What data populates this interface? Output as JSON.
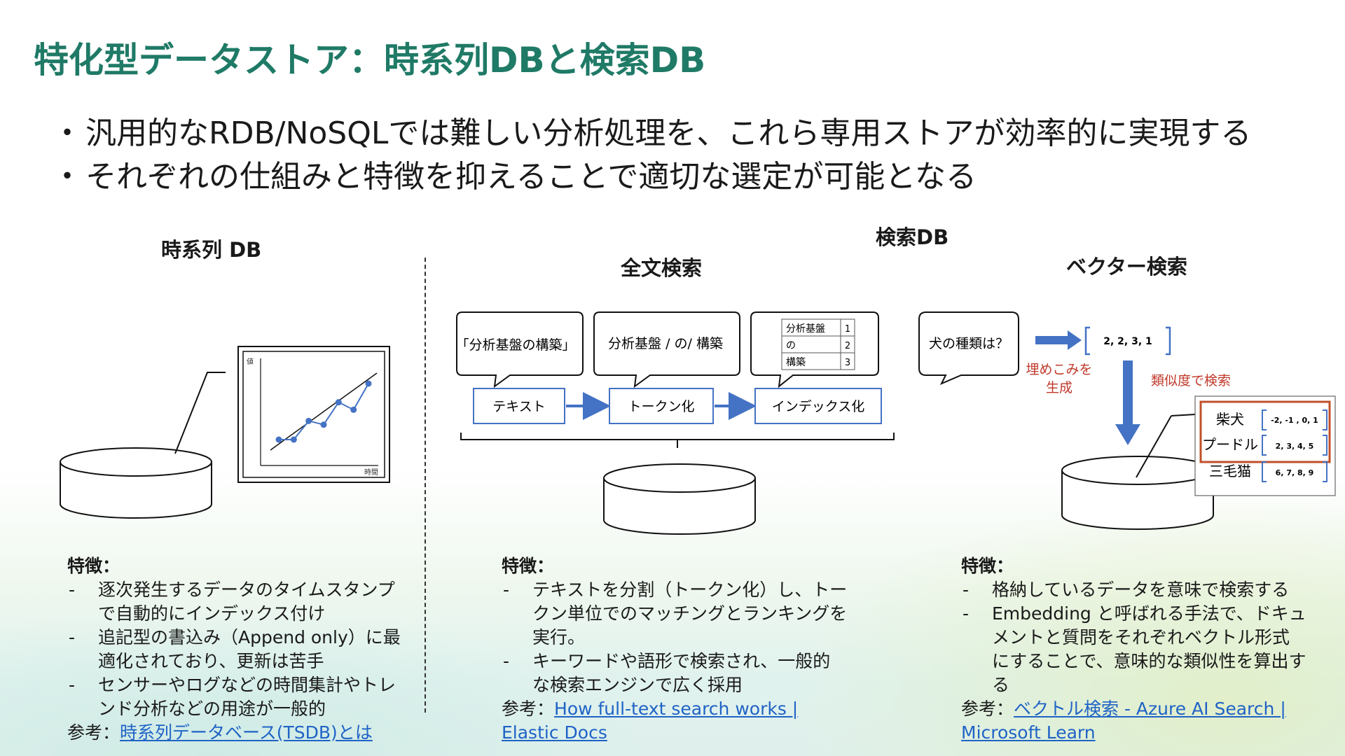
{
  "title": "特化型データストア：時系列DBと検索DB",
  "bullets": [
    "汎用的なRDB/NoSQLでは難しい分析処理を、これら専用ストアが効率的に実現する",
    "それぞれの仕組みと特徴を抑えることで適切な選定が可能となる"
  ],
  "timeseries": {
    "heading": "時系列 DB",
    "chart": {
      "ylabel": "値",
      "xlabel": "時間",
      "points": [
        [
          1,
          1
        ],
        [
          2,
          1
        ],
        [
          3,
          3
        ],
        [
          4,
          2.6
        ],
        [
          5,
          5
        ],
        [
          6,
          4.2
        ],
        [
          7,
          7
        ]
      ]
    },
    "features_title": "特徴：",
    "features": [
      "逐次発生するデータのタイムスタンプで自動的にインデックス付け",
      "追記型の書込み（Append only）に最適化されており、更新は苦手",
      "センサーやログなどの時間集計やトレンド分析などの用途が一般的"
    ],
    "ref_prefix": "参考：",
    "ref_link": "時系列データベース(TSDB)とは"
  },
  "search": {
    "heading": "検索DB",
    "fulltext": {
      "heading": "全文検索",
      "bubble1": "「分析基盤の構築」",
      "bubble2": "分析基盤 / の/ 構築",
      "index_rows": [
        {
          "term": "分析基盤",
          "id": "1"
        },
        {
          "term": "の",
          "id": "2"
        },
        {
          "term": "構築",
          "id": "3"
        }
      ],
      "box1": "テキスト",
      "box2": "トークン化",
      "box3": "インデックス化",
      "features_title": "特徴：",
      "features": [
        "テキストを分割（トークン化）し、トークン単位でのマッチングとランキングを実行。",
        "キーワードや語形で検索され、一般的な検索エンジンで広く採用"
      ],
      "ref_prefix": "参考：",
      "ref_link": "How full-text search works | Elastic Docs"
    },
    "vector": {
      "heading": "ベクター検索",
      "query": "犬の種類は？",
      "query_vector": "2, 2, 3, 1",
      "embed_label_1": "埋めこみを",
      "embed_label_2": "生成",
      "similarity_label": "類似度で検索",
      "items": [
        {
          "name": "柴犬",
          "vector": "-2, -1 , 0, 1"
        },
        {
          "name": "プードル",
          "vector": "2, 3, 4, 5"
        },
        {
          "name": "三毛猫",
          "vector": "6, 7, 8, 9"
        }
      ],
      "features_title": "特徴：",
      "features": [
        "格納しているデータを意味で検索する",
        "Embedding と呼ばれる手法で、ドキュメントと質問をそれぞれベクトル形式にすることで、意味的な類似性を算出する"
      ],
      "ref_prefix": "参考：",
      "ref_link": "ベクトル検索 - Azure AI Search | Microsoft Learn"
    }
  },
  "colors": {
    "title": "#1f7a66",
    "accent_blue": "#4472c4",
    "red_label": "#c0392b",
    "highlight_border": "#c0502b",
    "link": "#1f63c6"
  }
}
